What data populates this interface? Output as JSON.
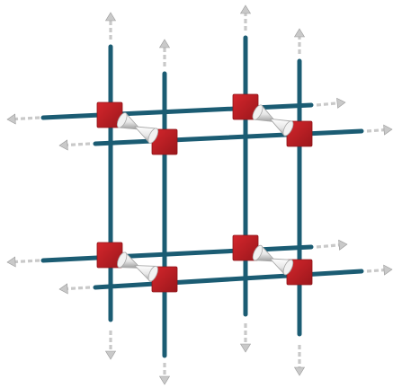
{
  "diagram": {
    "kind": "3d-rod-lattice",
    "colors": {
      "background": "#ffffff",
      "rod": "#1b5c73",
      "rod_highlight": "#2f7f99",
      "joint": "#c01f24",
      "joint_dark": "#8e1418",
      "arrow": "#c9c9c9",
      "arrow_dark": "#9a9a9a",
      "spring_light": "#f2f2f2",
      "spring_shade": "#a9a9a9"
    },
    "icons": {
      "axial_arrow": "arrow-icon",
      "joint": "square-joint",
      "spring": "double-cone-spring"
    }
  }
}
